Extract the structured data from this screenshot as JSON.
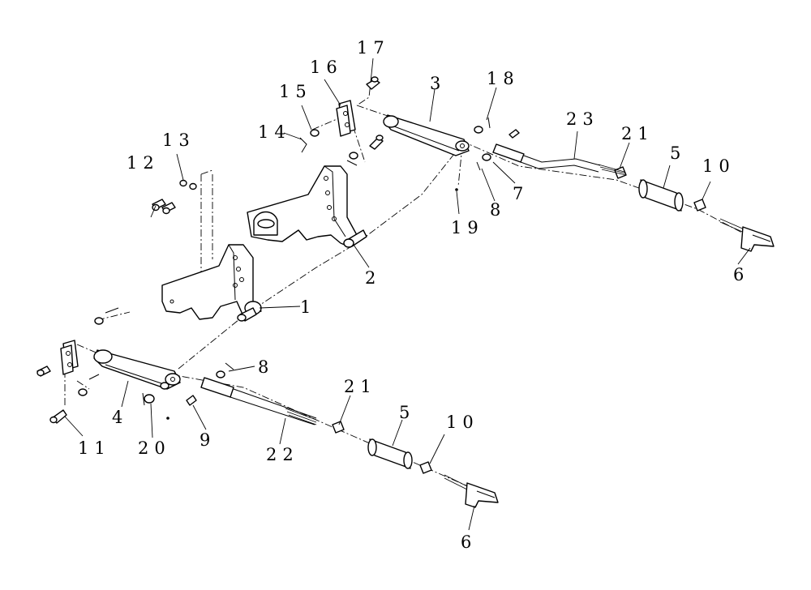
{
  "callouts": {
    "c1": "1",
    "c2": "2",
    "c3": "3",
    "c4": "4",
    "c5a": "5",
    "c5b": "5",
    "c6a": "6",
    "c6b": "6",
    "c7": "7",
    "c8a": "8",
    "c8b": "8",
    "c9": "9",
    "c10a": "10",
    "c10b": "10",
    "c11": "11",
    "c12": "12",
    "c13": "13",
    "c14": "14",
    "c15": "15",
    "c16": "16",
    "c17": "17",
    "c18": "18",
    "c19": "19",
    "c20": "20",
    "c21a": "21",
    "c21b": "21",
    "c22": "22",
    "c23": "23"
  }
}
